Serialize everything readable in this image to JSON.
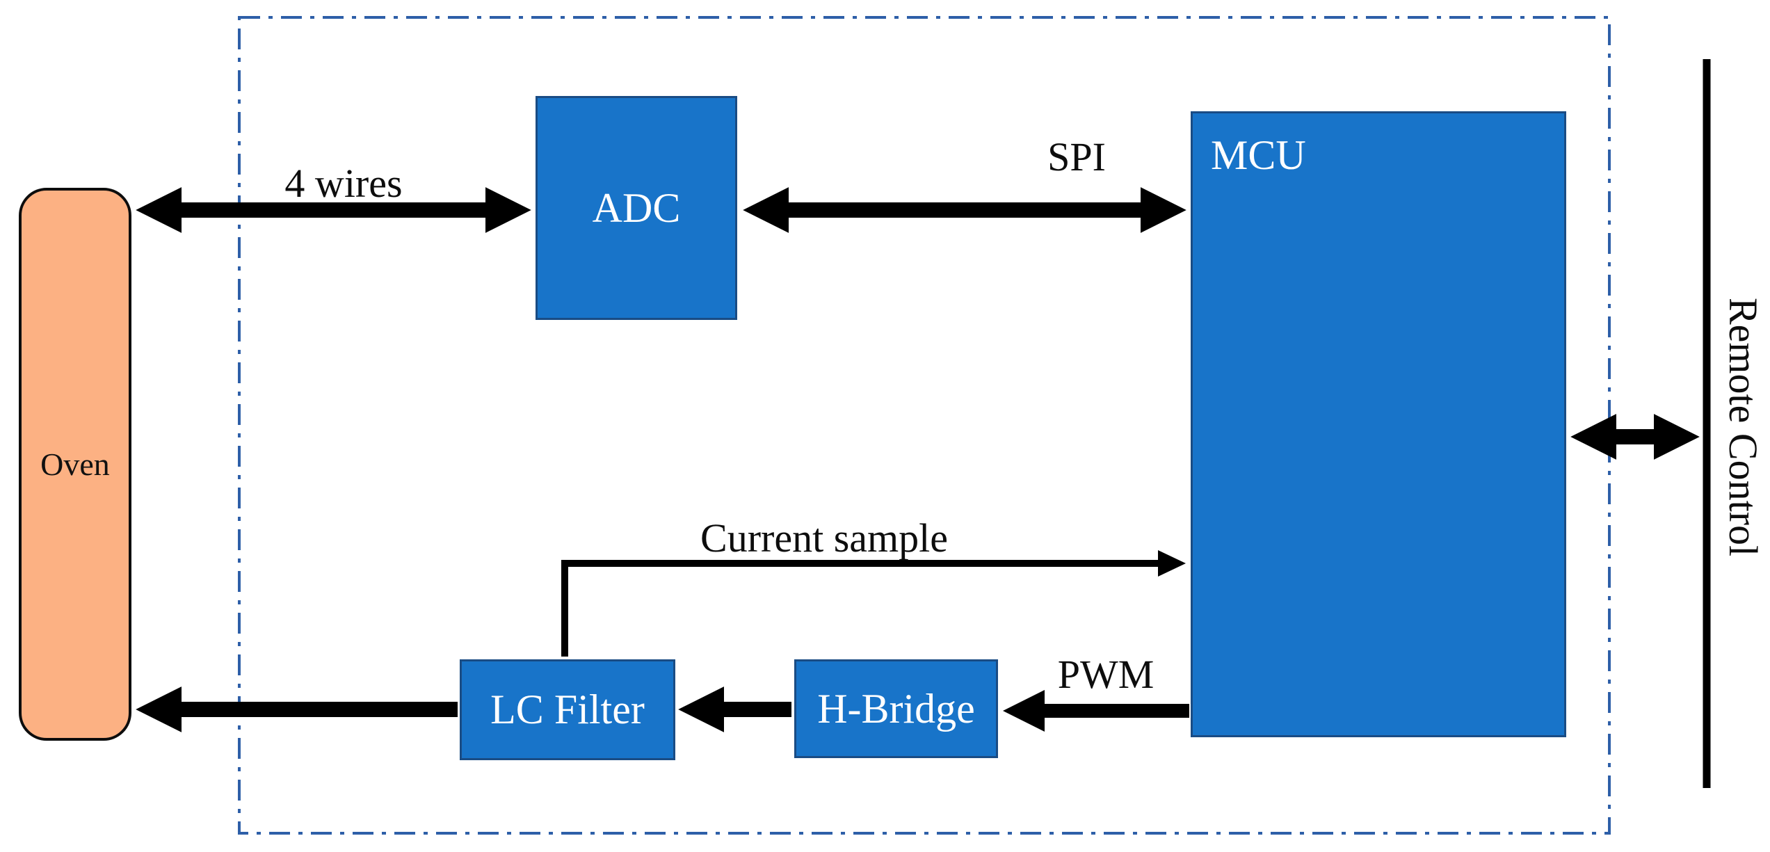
{
  "diagram": {
    "blocks": {
      "oven": {
        "label": "Oven"
      },
      "adc": {
        "label": "ADC"
      },
      "mcu": {
        "label": "MCU"
      },
      "lc_filter": {
        "label": "LC Filter"
      },
      "h_bridge": {
        "label": "H-Bridge"
      }
    },
    "connection_labels": {
      "four_wires": "4 wires",
      "spi": "SPI",
      "current_sample": "Current sample",
      "pwm": "PWM",
      "remote_control": "Remote Control"
    },
    "connections": [
      {
        "from": "Oven",
        "to": "ADC",
        "label": "4 wires",
        "direction": "bidirectional"
      },
      {
        "from": "ADC",
        "to": "MCU",
        "label": "SPI",
        "direction": "bidirectional"
      },
      {
        "from": "MCU",
        "to": "Remote Control",
        "label": "",
        "direction": "bidirectional"
      },
      {
        "from": "MCU",
        "to": "H-Bridge",
        "label": "PWM",
        "direction": "one-way"
      },
      {
        "from": "H-Bridge",
        "to": "LC Filter",
        "label": "",
        "direction": "one-way"
      },
      {
        "from": "LC Filter",
        "to": "Oven",
        "label": "",
        "direction": "one-way"
      },
      {
        "from": "LC Filter",
        "to": "MCU",
        "label": "Current sample",
        "direction": "one-way"
      }
    ],
    "colors": {
      "block_blue": "#1874C9",
      "block_border_blue": "#1A4C84",
      "oven_fill": "#FCB183",
      "dashed_border_blue": "#2E5FA8",
      "arrow_black": "#000000"
    }
  }
}
